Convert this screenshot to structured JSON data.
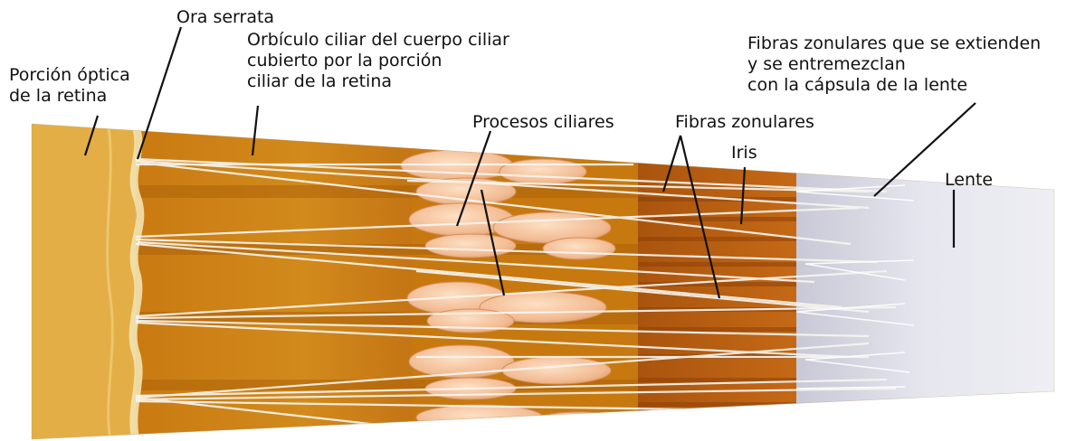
{
  "diagram": {
    "labels": {
      "retina_optica": [
        "Porción óptica",
        "de la retina"
      ],
      "ora_serrata": "Ora serrata",
      "orbiculo": [
        "Orbículo ciliar del cuerpo ciliar",
        "cubierto por la porción",
        "ciliar de la retina"
      ],
      "procesos": "Procesos ciliares",
      "fibras_zonulares": "Fibras zonulares",
      "iris": "Iris",
      "fibras_capsula": [
        "Fibras zonulares que se extienden",
        "y se entremezclan",
        "con la cápsula de la lente"
      ],
      "lente": "Lente"
    },
    "colors": {
      "retina": "#e3ad45",
      "ciliary_body": "#c8780e",
      "ciliary_dark": "#a85e08",
      "processes": "#f3c6a0",
      "iris": "#b85c10",
      "lens": "#dfe1ea",
      "fibers": "#f6f4ee",
      "leader_lines": "#111111"
    }
  }
}
